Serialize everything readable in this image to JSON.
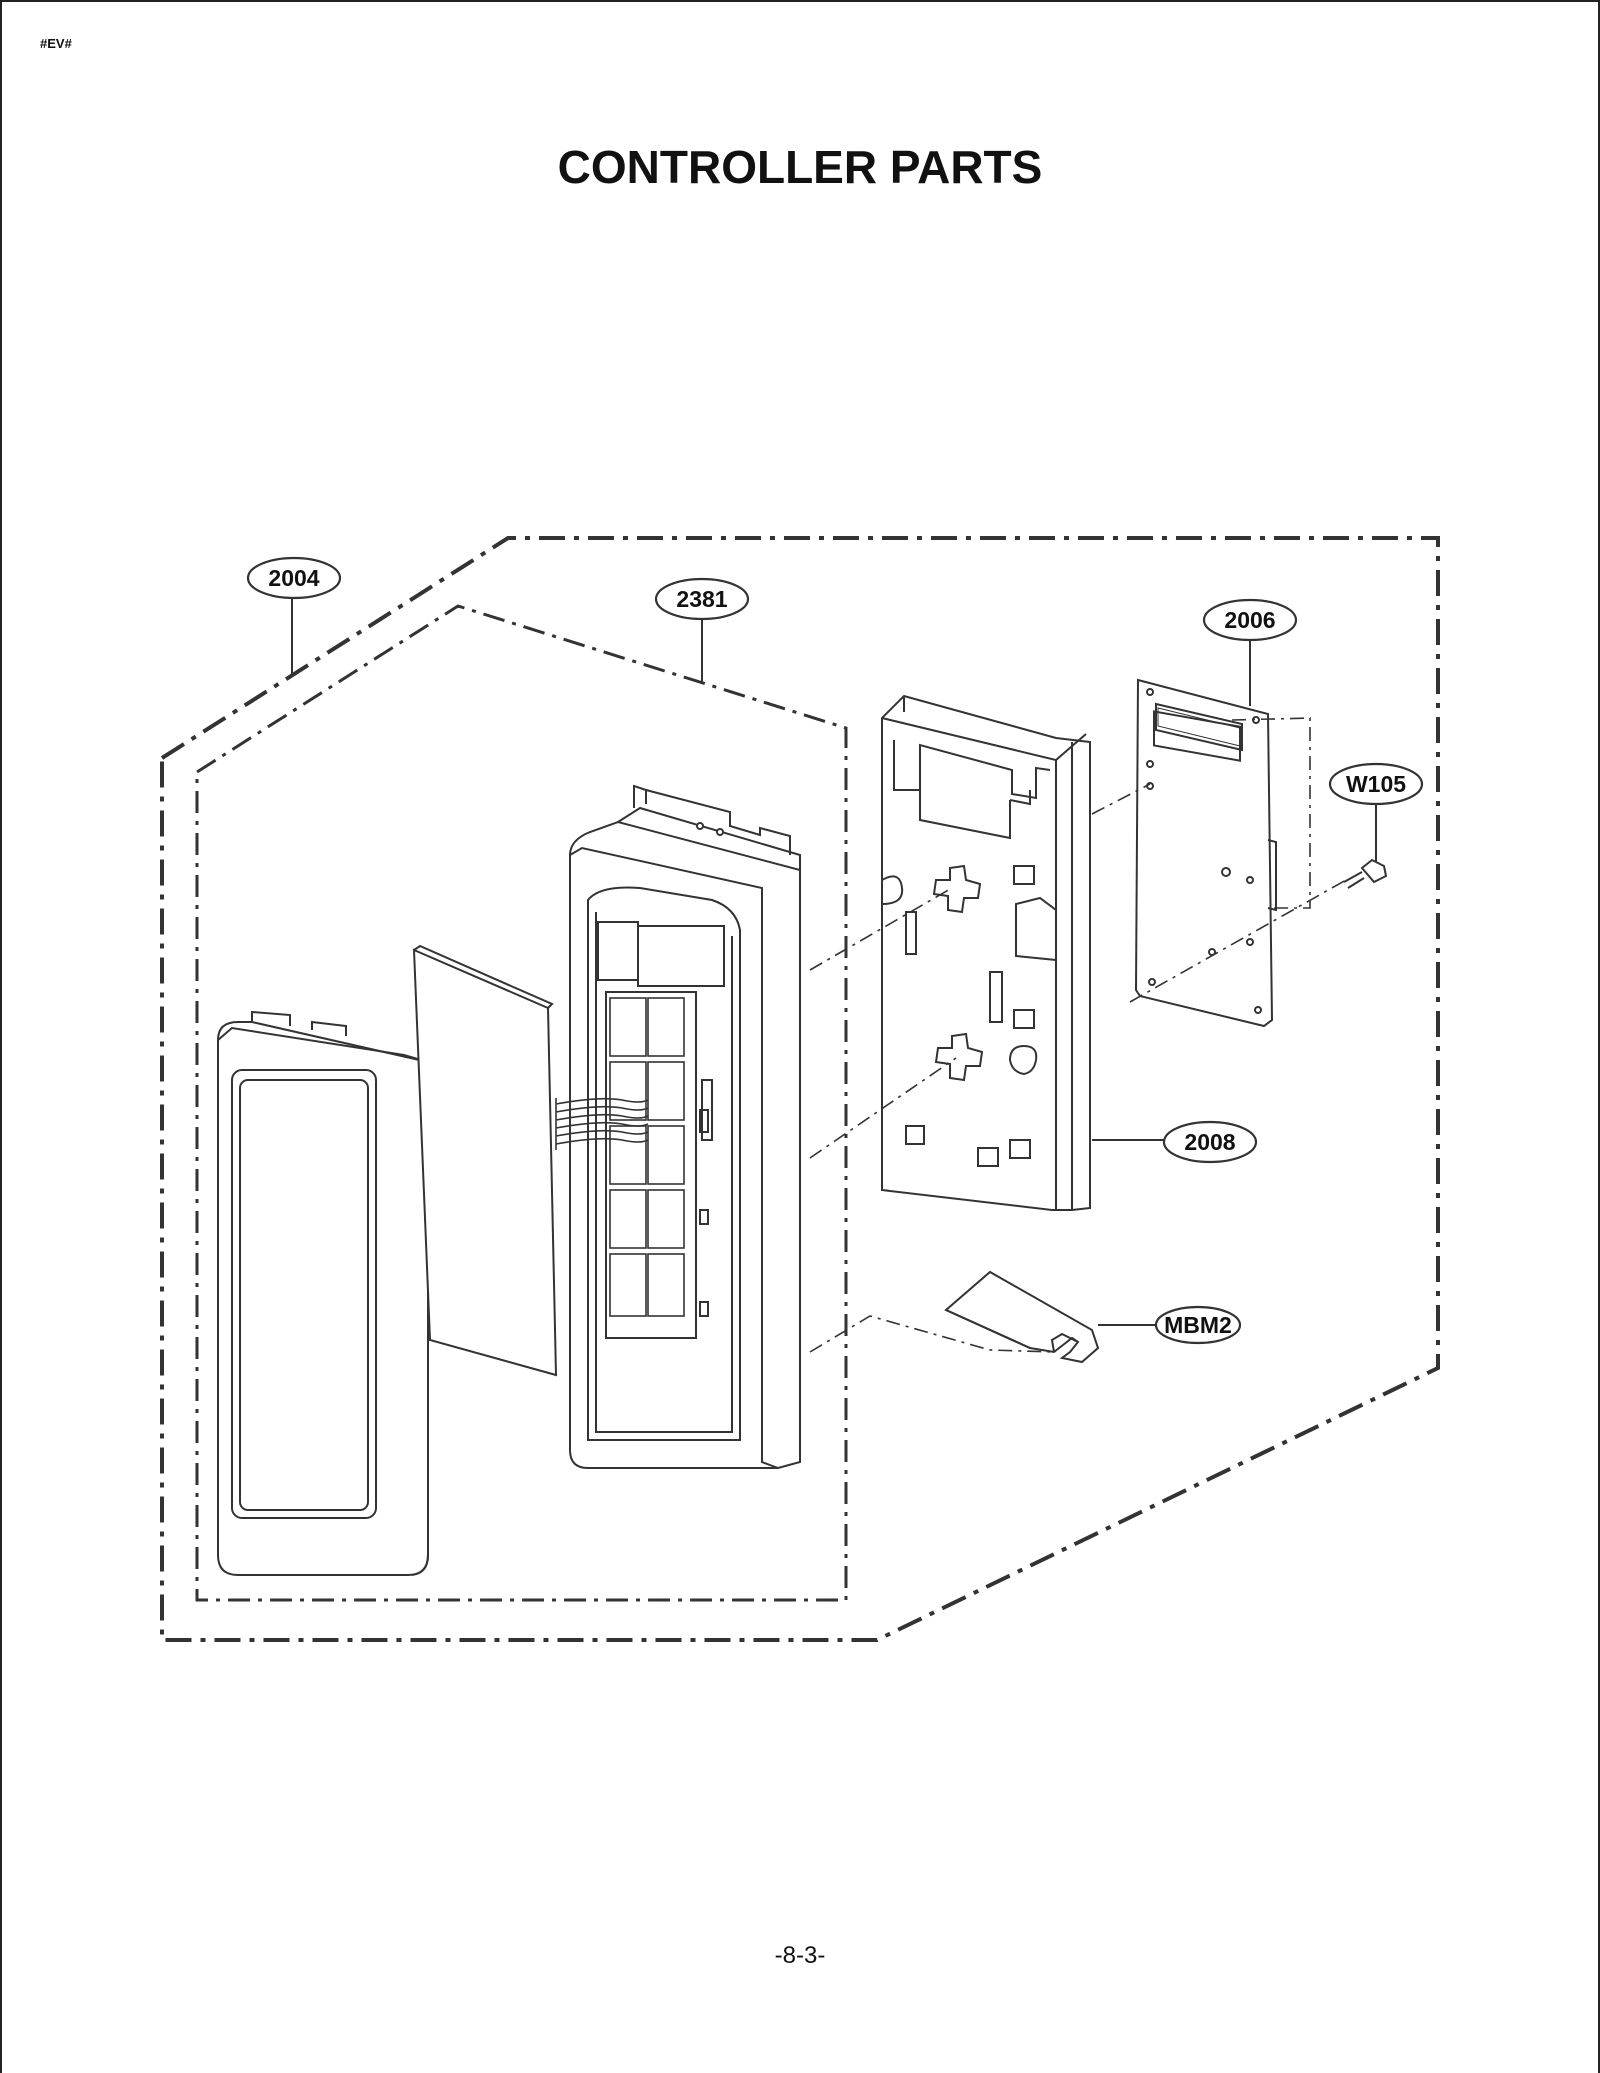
{
  "document": {
    "code": "#EV#",
    "title": "CONTROLLER PARTS",
    "page_number": "-8-3-"
  },
  "diagram": {
    "colors": {
      "line": "#333333",
      "fill": "#ffffff"
    },
    "callouts": [
      {
        "id": "c2004",
        "label": "2004"
      },
      {
        "id": "c2381",
        "label": "2381"
      },
      {
        "id": "c2006",
        "label": "2006"
      },
      {
        "id": "cW105",
        "label": "W105"
      },
      {
        "id": "c2008",
        "label": "2008"
      },
      {
        "id": "cMBM2",
        "label": "MBM2"
      }
    ]
  }
}
